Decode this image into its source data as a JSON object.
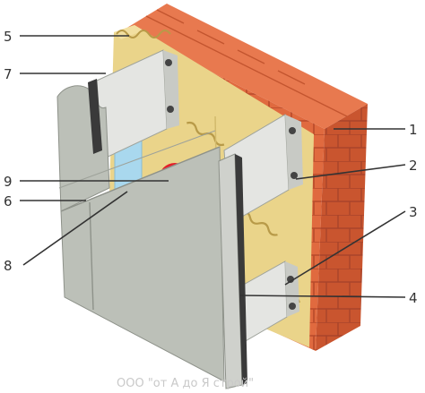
{
  "labels": {
    "l1": "1",
    "l2": "2",
    "l3": "3",
    "l4": "4",
    "l5": "5",
    "l6": "6",
    "l7": "7",
    "l8": "8",
    "l9": "9"
  },
  "watermark": "ООО \"от А до Я строй\"",
  "colors": {
    "brick": "#e06a3f",
    "brick_dark": "#c9552f",
    "mortar": "#b84a2a",
    "insulation": "#ead48a",
    "insulation_edge": "#c9b060",
    "membrane": "#a9d8ee",
    "panel": "#bcc0b8",
    "panel_dark": "#9ea29a",
    "bracket": "#e4e5e2",
    "anchor_red": "#e3202a"
  }
}
